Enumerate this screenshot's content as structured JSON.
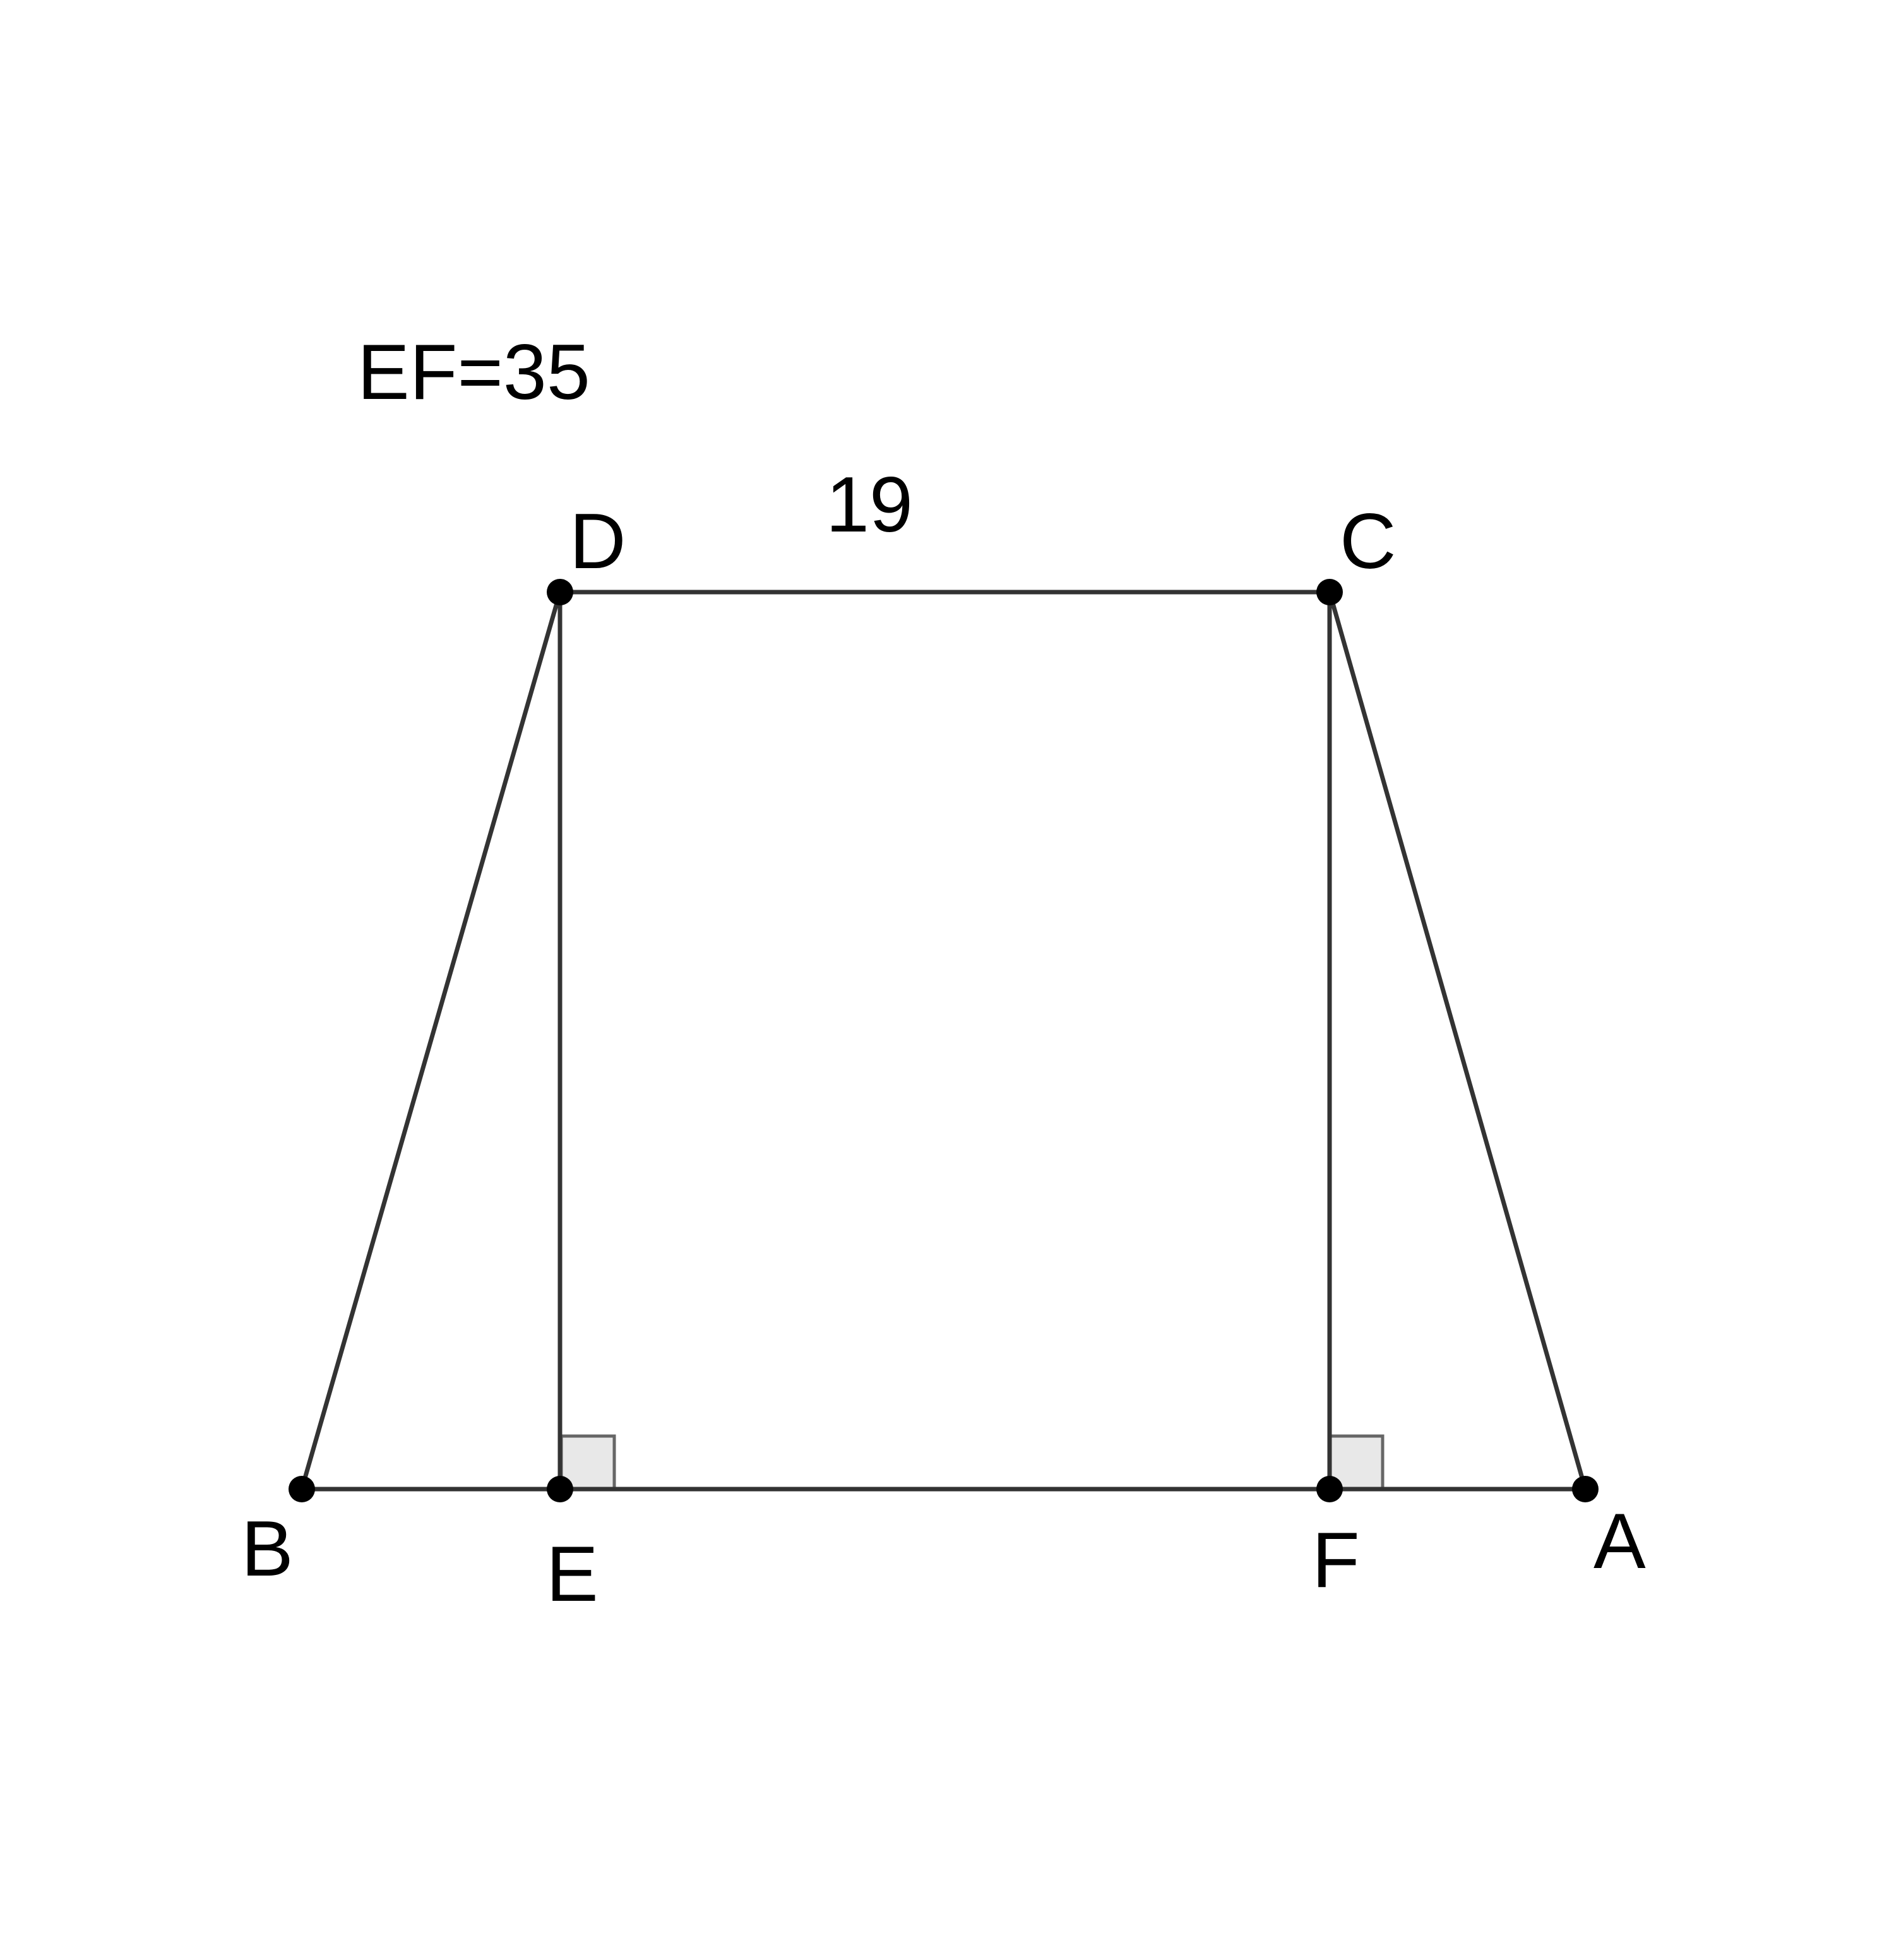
{
  "given": "EF=35",
  "segment_labels": {
    "dc": "19"
  },
  "points": {
    "a": "A",
    "b": "B",
    "c": "C",
    "d": "D",
    "e": "E",
    "f": "F"
  },
  "colors": {
    "stroke": "#333333",
    "point": "#000000",
    "right_angle_fill": "#e8e8e8",
    "right_angle_stroke": "#666666"
  }
}
